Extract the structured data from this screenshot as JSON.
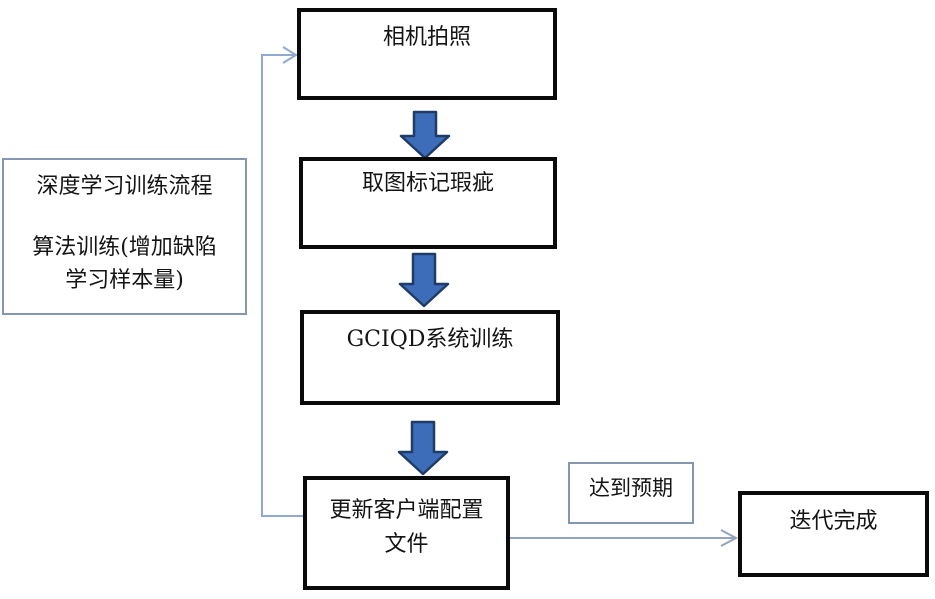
{
  "diagram": {
    "nodes": {
      "camera": {
        "label": "相机拍照"
      },
      "mark": {
        "label": "取图标记瑕疵"
      },
      "train": {
        "label": "GCIQD系统训练"
      },
      "update": {
        "line1": "更新客户端配置",
        "line2": "文件"
      },
      "process_note": {
        "line1": "深度学习训练流程",
        "line2": "算法训练(增加缺陷",
        "line3": "学习样本量)"
      },
      "expected": {
        "label": "达到预期"
      },
      "done": {
        "label": "迭代完成"
      }
    },
    "colors": {
      "background": "#ffffff",
      "text": "#141414",
      "node_border": "#0a0a0a",
      "thin_border": "#8496b0",
      "connector_feedback": "#8fa8d4",
      "connector_done": "#93a2bd",
      "arrow_fill": "#3d6db8",
      "arrow_stroke": "#1f3c66"
    }
  }
}
